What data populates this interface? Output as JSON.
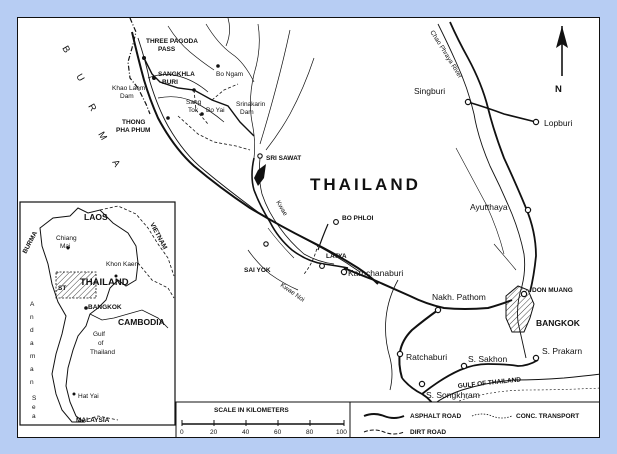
{
  "map": {
    "country_title": "THAILAND",
    "neighbor_burma": [
      "B",
      "U",
      "R",
      "M",
      "A"
    ],
    "places": {
      "three_pagoda_1": "THREE PAGODA",
      "three_pagoda_2": "PASS",
      "sangkhla_1": "SANGKHLA",
      "sangkhla_2": "BURI",
      "khao_laem_1": "Khao Laem",
      "khao_laem_2": "Dam",
      "thong_pha_1": "THONG",
      "thong_pha_2": "PHA PHUM",
      "bo_ngam": "Bo Ngam",
      "sang_tok_1": "Sang",
      "sang_tok_2": "Tok",
      "bo_yai": "Bo Yai",
      "srinakarin_1": "Srinakarin",
      "srinakarin_2": "Dam",
      "sri_sawat": "SRI SAWAT",
      "bo_phloi": "BO PHLOI",
      "latya": "LATYA",
      "sai_yok": "SAI YOK",
      "karnchanaburi": "Karnchanaburi",
      "kwae_noi": "Kwae Noi",
      "kwae_yai": "Kwae",
      "chao_phraya": "Chao Phraya River",
      "singburi": "Singburi",
      "lopburi": "Lopburi",
      "ayutthaya": "Ayutthaya",
      "don_muang": "DON MUANG",
      "bangkok": "BANGKOK",
      "nakh_pathom": "Nakh. Pathom",
      "ratchaburi": "Ratchaburi",
      "s_sakhon": "S. Sakhon",
      "s_prakarn": "S. Prakarn",
      "s_songkhram": "S. Songkhram",
      "gulf": "GULF OF THAILAND"
    },
    "north_label": "N"
  },
  "inset": {
    "laos": "LAOS",
    "vietnam": "VIETNAM",
    "burma": "BURMA",
    "chiang_mai_1": "Chiang",
    "chiang_mai_2": "Mai",
    "khon_kaen": "Khon Kaen",
    "thailand": "THAILAND",
    "bangkok": "BANGKOK",
    "cambodia": "CAMBODIA",
    "gulf_1": "Gulf",
    "gulf_2": "of",
    "gulf_3": "Thailand",
    "andaman": [
      "A",
      "n",
      "d",
      "a",
      "m",
      "a",
      "n"
    ],
    "sea": [
      "S",
      "e",
      "a"
    ],
    "hat_yai": "Hat Yai",
    "malaysia": "MALAYSIA",
    "box_label": "ST"
  },
  "scale": {
    "title": "SCALE IN KILOMETERS",
    "ticks": [
      "0",
      "20",
      "40",
      "60",
      "80",
      "100"
    ]
  },
  "legend": {
    "asphalt": "ASPHALT ROAD",
    "dirt": "DIRT ROAD",
    "conc": "CONC. TRANSPORT"
  }
}
